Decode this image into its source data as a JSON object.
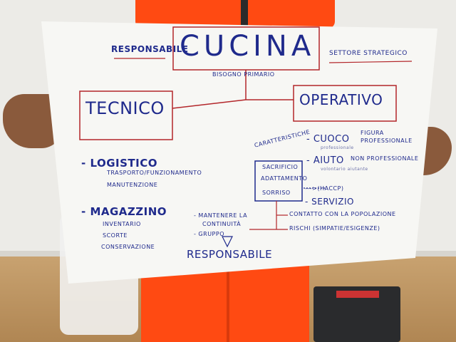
{
  "poster": {
    "title": "CUCINA",
    "left_header": "RESPONSABILE",
    "right_header": "SETTORE STRATEGICO",
    "under_title": "BISOGNO PRIMARIO",
    "box_left": "TECNICO",
    "box_right": "OPERATIVO",
    "logistico": {
      "heading": "- LOGISTICO",
      "items": [
        "TRASPORTO/FUNZIONAMENTO",
        "MANUTENZIONE"
      ]
    },
    "magazzino": {
      "heading": "- MAGAZZINO",
      "items": [
        "INVENTARIO",
        "SCORTE",
        "CONSERVAZIONE"
      ]
    },
    "caratteristiche": "CARATTERISTICHE",
    "cuoco": "- CUOCO",
    "cuoco_note": "professionale",
    "figura": [
      "FIGURA",
      "PROFESSIONALE"
    ],
    "aiuto": "- AIUTO",
    "aiuto_note": "volontario aiutante",
    "non_professionale": "NON PROFESSIONALE",
    "trait_box": [
      "SACRIFICIO",
      "ADATTAMENTO",
      "SORRISO"
    ],
    "haccp": "--->(HACCP)",
    "servizio": "- SERVIZIO",
    "contatto": "CONTATTO CON LA POPOLAZIONE",
    "rischi": "RISCHI (SIMPATIE/ESIGENZE)",
    "mantenere": [
      "- MANTENERE LA",
      "CONTINUITÀ"
    ],
    "gruppo": "- GRUPPO",
    "responsabile_bottom": "RESPONSABILE"
  },
  "colors": {
    "ink_blue": "#1f2a8c",
    "ink_red": "#b3262a",
    "paper": "#f7f7f4",
    "uniform_orange": "#ff4a12"
  }
}
